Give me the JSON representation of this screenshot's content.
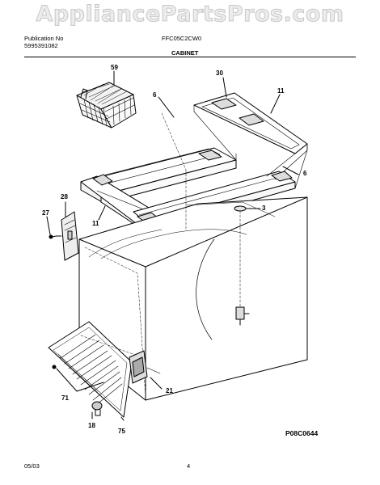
{
  "watermark": "AppliancePartsPros.com",
  "header": {
    "publication_label": "Publication No",
    "publication_number": "5995391082",
    "model": "FFC05C2CW0",
    "section_title": "CABINET"
  },
  "parts": {
    "p59": "59",
    "p30": "30",
    "p11_top": "11",
    "p6_top": "6",
    "p6_right": "6",
    "p3": "3",
    "p28": "28",
    "p27": "27",
    "p11_left": "11",
    "p21": "21",
    "p71": "71",
    "p18": "18",
    "p75": "75"
  },
  "figure_code": "P08C0644",
  "footer": {
    "date": "05/03",
    "page": "4"
  }
}
